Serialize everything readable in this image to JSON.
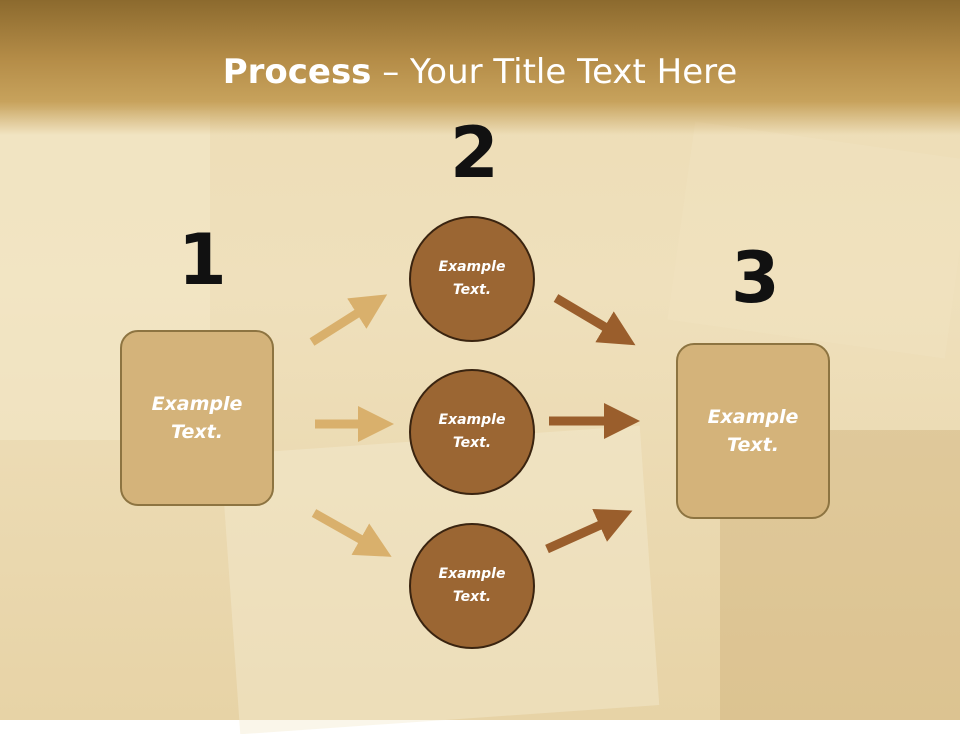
{
  "title": {
    "bold": "Process",
    "rest": " – Your Title Text Here"
  },
  "steps": [
    {
      "number": "1",
      "label": "Example\nText."
    },
    {
      "number": "2",
      "labels": [
        "Example\nText.",
        "Example\nText.",
        "Example\nText."
      ]
    },
    {
      "number": "3",
      "label": "Example\nText."
    }
  ],
  "colors": {
    "box_fill": "#d4b37a",
    "circle_fill": "#9b6633",
    "left_arrow": "#d9b06c",
    "right_arrow": "#9a5e2c"
  }
}
